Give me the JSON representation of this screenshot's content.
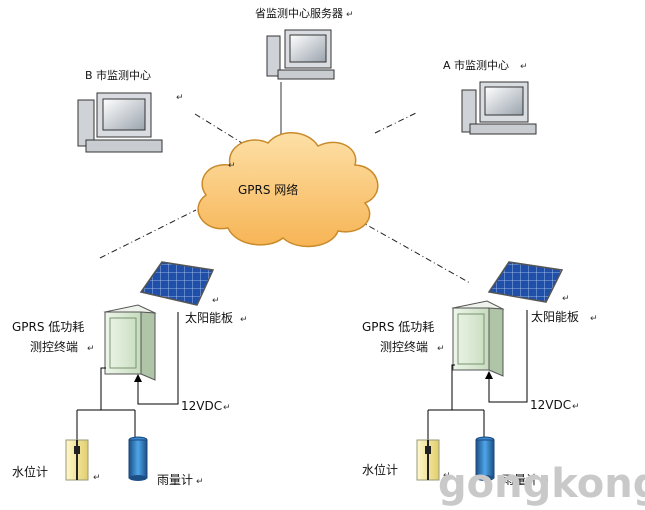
{
  "nodes": {
    "province_server": "省监测中心服务器",
    "b_center": "B 市监测中心",
    "a_center": "A 市监测中心",
    "network": "GPRS 网络",
    "terminal_line1": "GPRS 低功耗",
    "terminal_line2": "测控终端",
    "solar_panel": "太阳能板",
    "voltage": "12VDC",
    "water_gauge": "水位计",
    "rain_gauge": "雨量计"
  },
  "watermark": "gongkong",
  "return_mark": "↵",
  "colors": {
    "cloud_fill": "#fcc97a",
    "cloud_stroke": "#c98a2a",
    "panel_blue": "#1f4fa8",
    "cabinet_green": "#d8ebd0",
    "rain_gauge_blue": "#2a7ec8",
    "water_gauge_yellow": "#f3e9a8",
    "watermark": "#c9c9c9"
  }
}
